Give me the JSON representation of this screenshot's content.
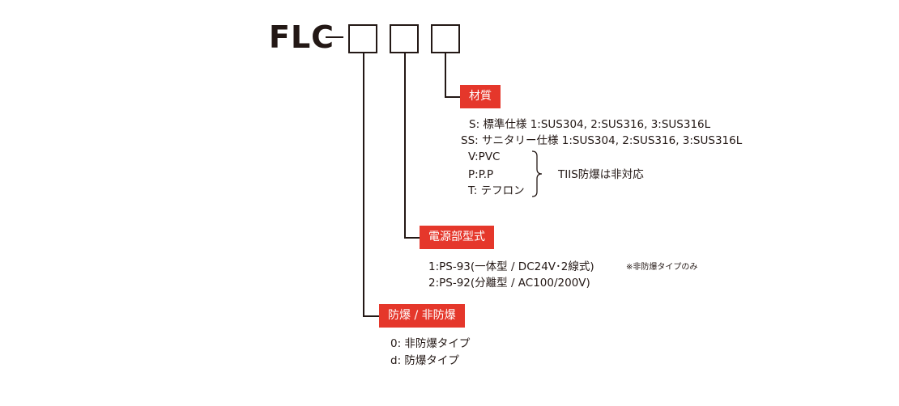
{
  "model": {
    "prefix": "FLC",
    "dash": "-"
  },
  "material": {
    "label": "材質",
    "options": [
      "S: 標準仕様 1:SUS304, 2:SUS316, 3:SUS316L",
      "SS: サニタリー仕様 1:SUS304, 2:SUS316, 3:SUS316L",
      "V:PVC",
      "P:P.P",
      "T: テフロン"
    ],
    "bracket_note": "TIIS防爆は非対応"
  },
  "power": {
    "label": "電源部型式",
    "options": [
      "1:PS-93(一体型 / DC24V･2線式)",
      "2:PS-92(分離型 / AC100/200V)"
    ],
    "note": "※非防爆タイプのみ"
  },
  "explosion": {
    "label": "防爆 / 非防爆",
    "options": [
      "0: 非防爆タイプ",
      "d: 防爆タイプ"
    ]
  },
  "colors": {
    "badge": "#e5372b",
    "text": "#231815"
  }
}
